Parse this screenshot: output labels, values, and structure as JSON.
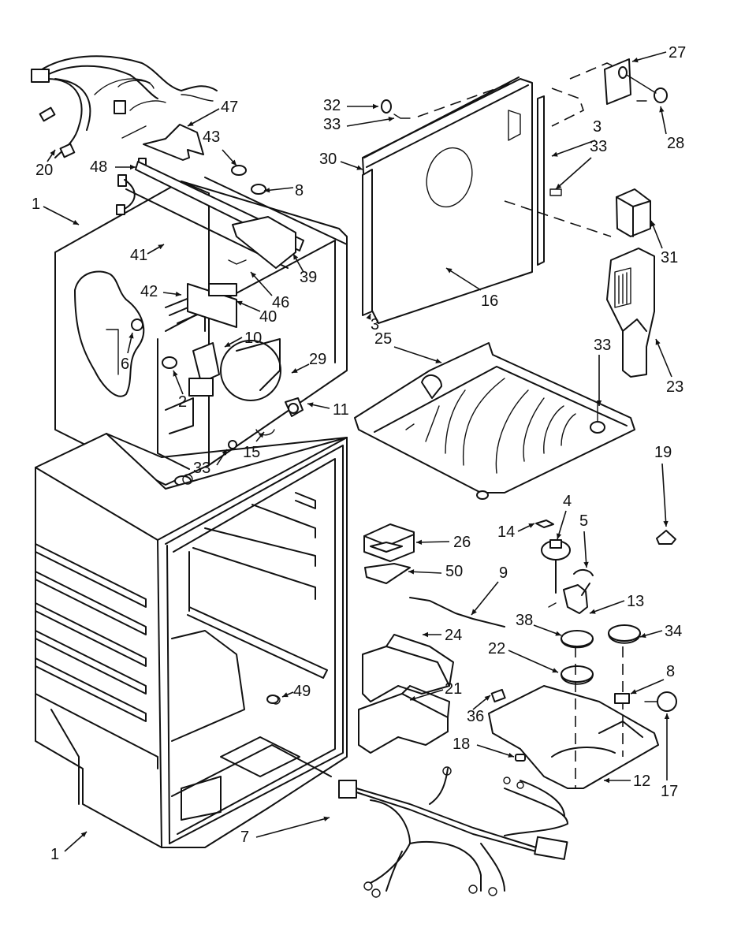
{
  "diagram": {
    "title": "Refrigerator Liner Parts Diagram",
    "callouts": [
      {
        "id": "c20",
        "text": "20",
        "part": "upper-wiring-harness"
      },
      {
        "id": "c47",
        "text": "47",
        "part": "shield"
      },
      {
        "id": "c43",
        "text": "43",
        "part": "clip"
      },
      {
        "id": "c48",
        "text": "48",
        "part": "clip-small"
      },
      {
        "id": "c8a",
        "text": "8",
        "part": "screw-upper"
      },
      {
        "id": "c1a",
        "text": "1",
        "part": "liner-upper"
      },
      {
        "id": "c41",
        "text": "41",
        "part": "light-bracket"
      },
      {
        "id": "c39",
        "text": "39",
        "part": "light-housing"
      },
      {
        "id": "c46",
        "text": "46",
        "part": "socket"
      },
      {
        "id": "c42",
        "text": "42",
        "part": "lens"
      },
      {
        "id": "c40",
        "text": "40",
        "part": "switch-plate"
      },
      {
        "id": "c6",
        "text": "6",
        "part": "button"
      },
      {
        "id": "c10",
        "text": "10",
        "part": "control-switch"
      },
      {
        "id": "c29",
        "text": "29",
        "part": "fan-bracket"
      },
      {
        "id": "c2",
        "text": "2",
        "part": "knob"
      },
      {
        "id": "c11",
        "text": "11",
        "part": "damper"
      },
      {
        "id": "c15",
        "text": "15",
        "part": "clip-fan"
      },
      {
        "id": "c33a",
        "text": "33",
        "part": "screw-left"
      },
      {
        "id": "c32",
        "text": "32",
        "part": "plug"
      },
      {
        "id": "c33b",
        "text": "33",
        "part": "screw-top"
      },
      {
        "id": "c30",
        "text": "30",
        "part": "trim-top"
      },
      {
        "id": "c27",
        "text": "27",
        "part": "bracket"
      },
      {
        "id": "c28",
        "text": "28",
        "part": "cap"
      },
      {
        "id": "c3a",
        "text": "3",
        "part": "trim-right"
      },
      {
        "id": "c33c",
        "text": "33",
        "part": "screw-right"
      },
      {
        "id": "c31",
        "text": "31",
        "part": "cover"
      },
      {
        "id": "c16",
        "text": "16",
        "part": "divider-panel"
      },
      {
        "id": "c3b",
        "text": "3",
        "part": "trim-left"
      },
      {
        "id": "c25",
        "text": "25",
        "part": "crisper-cover"
      },
      {
        "id": "c33d",
        "text": "33",
        "part": "screw-cover"
      },
      {
        "id": "c23",
        "text": "23",
        "part": "air-duct"
      },
      {
        "id": "c19",
        "text": "19",
        "part": "bumper"
      },
      {
        "id": "c14",
        "text": "14",
        "part": "pad"
      },
      {
        "id": "c4",
        "text": "4",
        "part": "thermostat-knob"
      },
      {
        "id": "c5",
        "text": "5",
        "part": "clip-wire"
      },
      {
        "id": "c26",
        "text": "26",
        "part": "light-assembly"
      },
      {
        "id": "c50",
        "text": "50",
        "part": "gasket"
      },
      {
        "id": "c9",
        "text": "9",
        "part": "capillary-tube"
      },
      {
        "id": "c13",
        "text": "13",
        "part": "thermostat"
      },
      {
        "id": "c38",
        "text": "38",
        "part": "cup"
      },
      {
        "id": "c34",
        "text": "34",
        "part": "lamp-cover"
      },
      {
        "id": "c22",
        "text": "22",
        "part": "receptacle"
      },
      {
        "id": "c24",
        "text": "24",
        "part": "duct-upper"
      },
      {
        "id": "c8b",
        "text": "8",
        "part": "screw-lower"
      },
      {
        "id": "c21",
        "text": "21",
        "part": "duct-lower"
      },
      {
        "id": "c36",
        "text": "36",
        "part": "tape"
      },
      {
        "id": "c49",
        "text": "49",
        "part": "clip-liner"
      },
      {
        "id": "c18",
        "text": "18",
        "part": "connector"
      },
      {
        "id": "c12",
        "text": "12",
        "part": "control-housing"
      },
      {
        "id": "c17",
        "text": "17",
        "part": "bulb"
      },
      {
        "id": "c1b",
        "text": "1",
        "part": "liner-lower"
      },
      {
        "id": "c7",
        "text": "7",
        "part": "lower-wiring-harness"
      }
    ]
  }
}
